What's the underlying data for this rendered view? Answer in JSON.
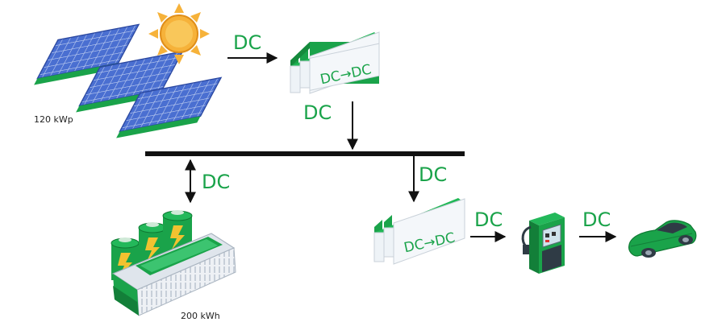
{
  "colors": {
    "accent": "#1aa34a",
    "panel_blue": "#4a6fd1",
    "sun": "#f6b23a",
    "bus": "#111111"
  },
  "solar": {
    "capacity": "120 kWp"
  },
  "battery": {
    "capacity": "200 kWh"
  },
  "converter_top": {
    "label": "DC→DC"
  },
  "converter_bottom": {
    "label": "DC→DC"
  },
  "flows": {
    "solar_to_converter": "DC",
    "converter_to_bus": "DC",
    "battery_bus": "DC",
    "bus_to_converter": "DC",
    "converter_to_charger": "DC",
    "charger_to_car": "DC"
  }
}
